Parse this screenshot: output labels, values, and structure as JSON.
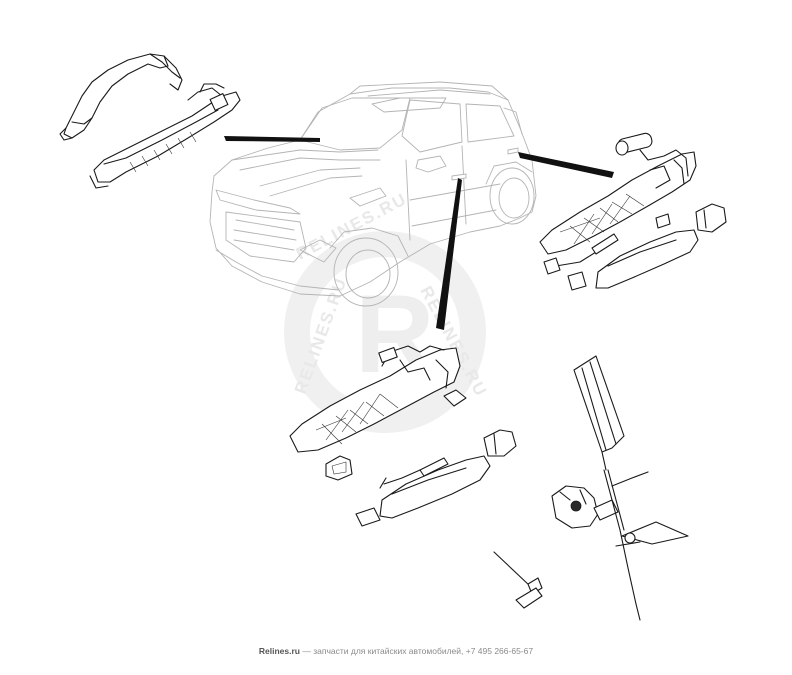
{
  "watermark": {
    "letter": "R",
    "text": "RELINES.RU"
  },
  "footer": {
    "brand": "Relines.ru",
    "text": " — запчасти для китайских автомобилей, +7 495 266-65-67"
  },
  "colors": {
    "line": "#1a1a1a",
    "car_outline": "#b4b4b4",
    "watermark": "#e8e8e8"
  }
}
